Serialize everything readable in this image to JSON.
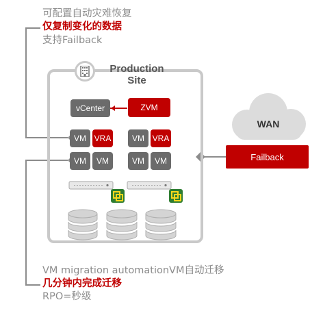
{
  "top_note": {
    "line1": "可配置自动灾难恢复",
    "line2": "仅复制变化的数据",
    "line3": "支持Failback"
  },
  "bottom_note": {
    "line1": "VM migration automationVM自动迁移",
    "line2": "几分钟内完成迁移",
    "line3": "RPO=秒级"
  },
  "site": {
    "title_line1": "Production",
    "title_line2": "Site",
    "icon": "building-icon"
  },
  "vcenter_label": "vCenter",
  "zvm_label": "ZVM",
  "vm_label": "VM",
  "vra_label": "VRA",
  "wan_label": "WAN",
  "failback_label": "Failback",
  "colors": {
    "red": "#c00000",
    "gray_box": "#6b6b6b",
    "site_border": "#c9c9c9",
    "cloud": "#d9d9d9"
  }
}
